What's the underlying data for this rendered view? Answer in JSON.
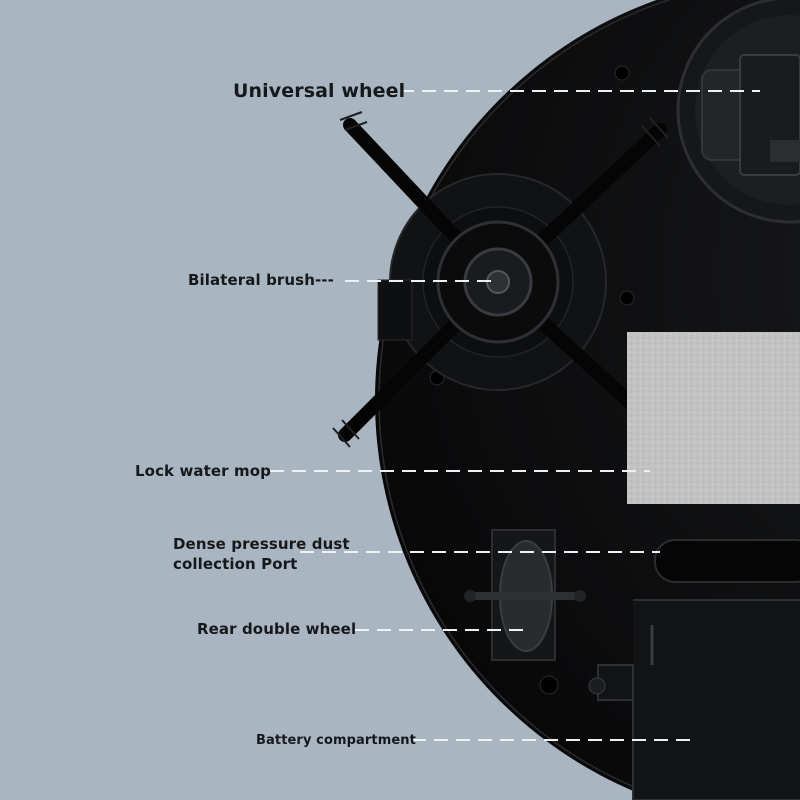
{
  "colors": {
    "background": "#a9b6c1",
    "robot_body": "#0d0d0e",
    "leader_line": "#eef1f4",
    "label_text": "#16181b",
    "mop_pad": "#c4c4c4"
  },
  "labels": {
    "universal_wheel": "Universal wheel",
    "bilateral_brush": "Bilateral brush---",
    "lock_water_mop": "Lock water mop",
    "dense_pressure_line1": "Dense pressure dust",
    "dense_pressure_line2": "collection Port",
    "rear_double_wheel": "Rear double wheel",
    "battery_compartment": "Battery compartment"
  }
}
